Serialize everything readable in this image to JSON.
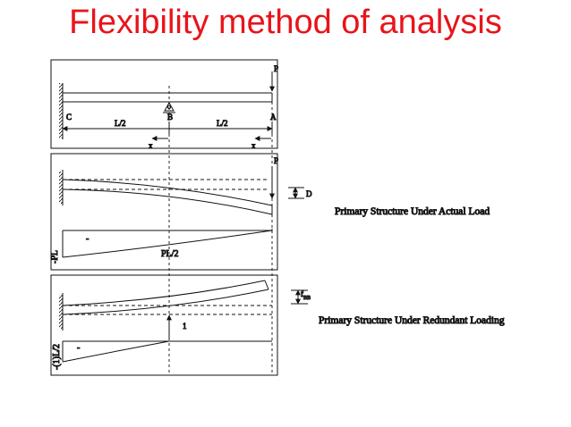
{
  "title": "Flexibility method of analysis",
  "panel1": {
    "load": "P",
    "support_left": "C",
    "support_mid": "B",
    "support_right": "A",
    "span_left": "L/2",
    "span_right": "L/2",
    "x_left": "x",
    "x_right": "x"
  },
  "panel2": {
    "load": "P",
    "deflection": "D",
    "caption": "Primary Structure Under Actual Load",
    "moment_sign": "-",
    "moment_left": "-PL",
    "moment_mid": "PL/2"
  },
  "panel3": {
    "deflection_main": "f",
    "deflection_sub": "BB",
    "caption": "Primary Structure Under Redundant Loading",
    "unit_load": "1",
    "moment_sign": "-",
    "moment_left": "-(1)L/2"
  },
  "colors": {
    "title": "#e8141b",
    "line": "#111111"
  }
}
